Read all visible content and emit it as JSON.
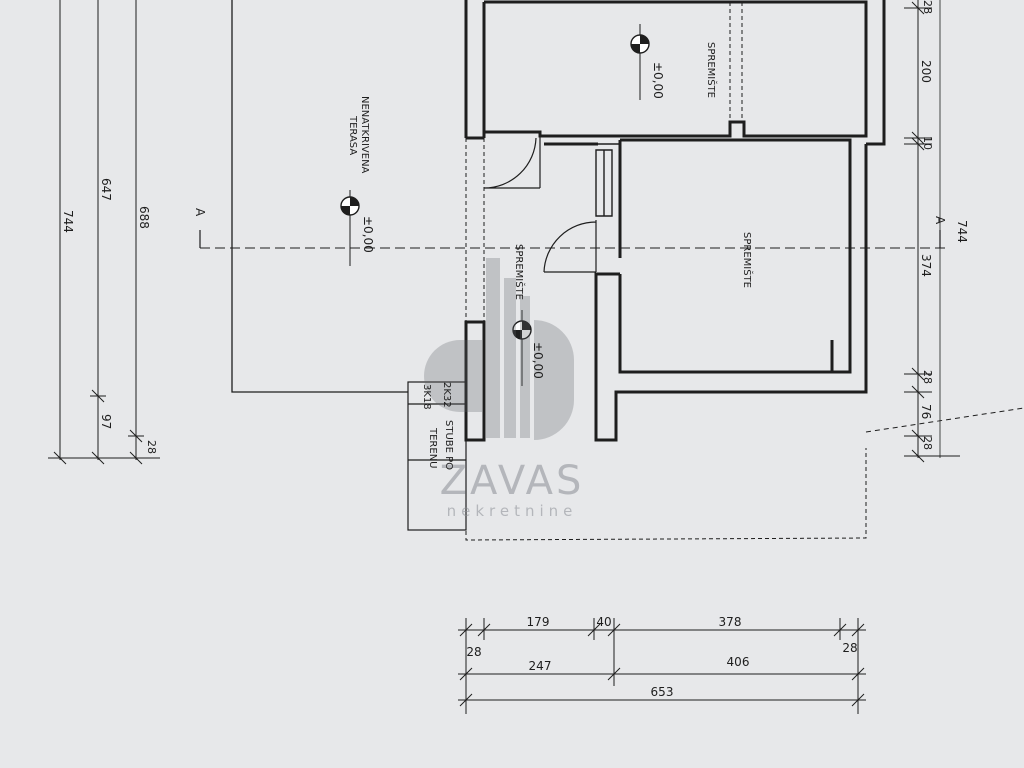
{
  "plan": {
    "section_marker": "A",
    "rooms": {
      "terrace": [
        "NENATKRIVENA",
        "TERASA"
      ],
      "storage_room": "SPREMIŠTE",
      "level_mark": "±0,00"
    },
    "stairs": {
      "spec_1": "2K32",
      "spec_2": "3K18",
      "label_1": "STUBE PO",
      "label_2": "TERENU"
    },
    "dimensions": {
      "left_744": "744",
      "left_647": "647",
      "left_688": "688",
      "left_97": "97",
      "left_28": "28",
      "right_28_top": "28",
      "right_200": "200",
      "right_10": "10",
      "right_744": "744",
      "right_374": "374",
      "right_28_mid": "28",
      "right_76": "76",
      "right_28_bot": "28",
      "bottom_28_left": "28",
      "bottom_179": "179",
      "bottom_40": "40",
      "bottom_378": "378",
      "bottom_28_right": "28",
      "bottom_247": "247",
      "bottom_406": "406",
      "bottom_653": "653"
    }
  },
  "watermark": {
    "brand": "ZAVAS",
    "tagline": "nekretnine"
  },
  "colors": {
    "paper": "#e7e8ea",
    "ink": "#1e1e1e",
    "watermark": "#8b8f95"
  }
}
